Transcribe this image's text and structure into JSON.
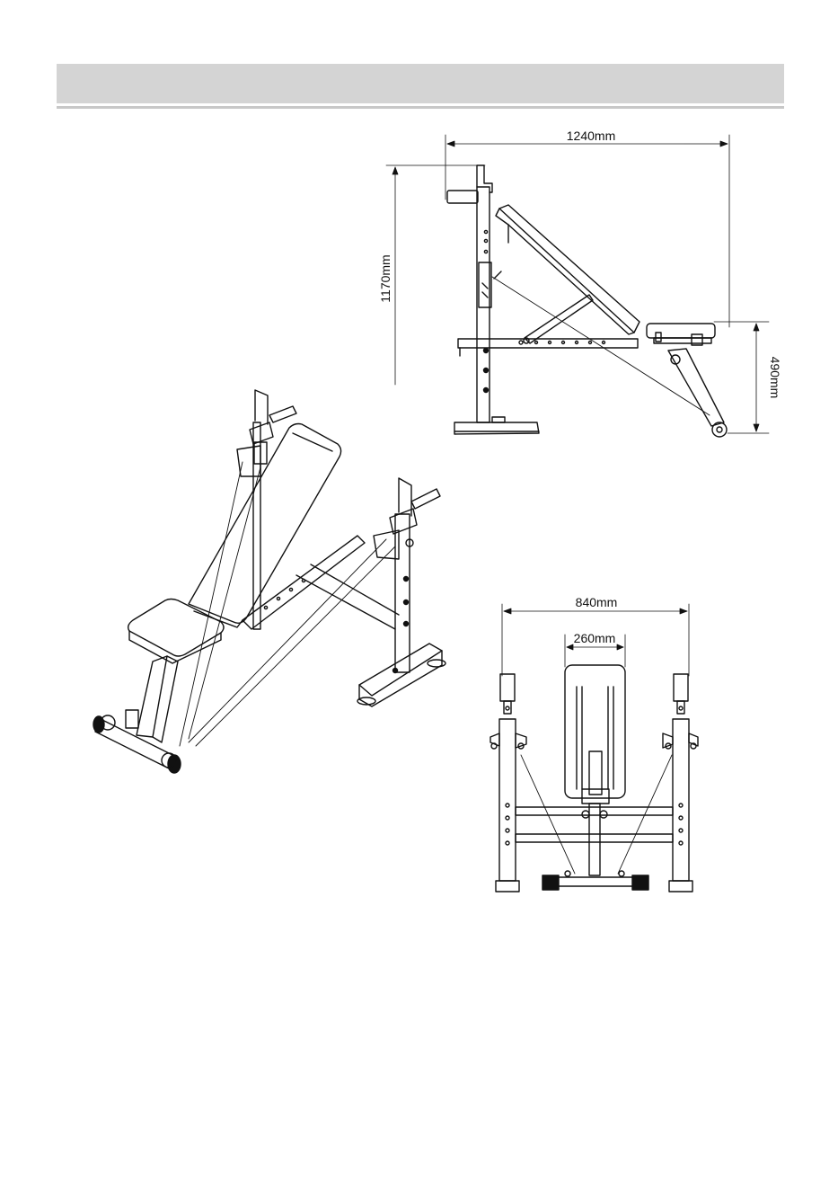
{
  "dimensions": {
    "side_length": "1240mm",
    "side_height": "1170mm",
    "seat_height": "490mm",
    "front_width": "840mm",
    "backrest_width": "260mm"
  },
  "colors": {
    "header_bar": "#d4d4d4",
    "line": "#111111"
  }
}
